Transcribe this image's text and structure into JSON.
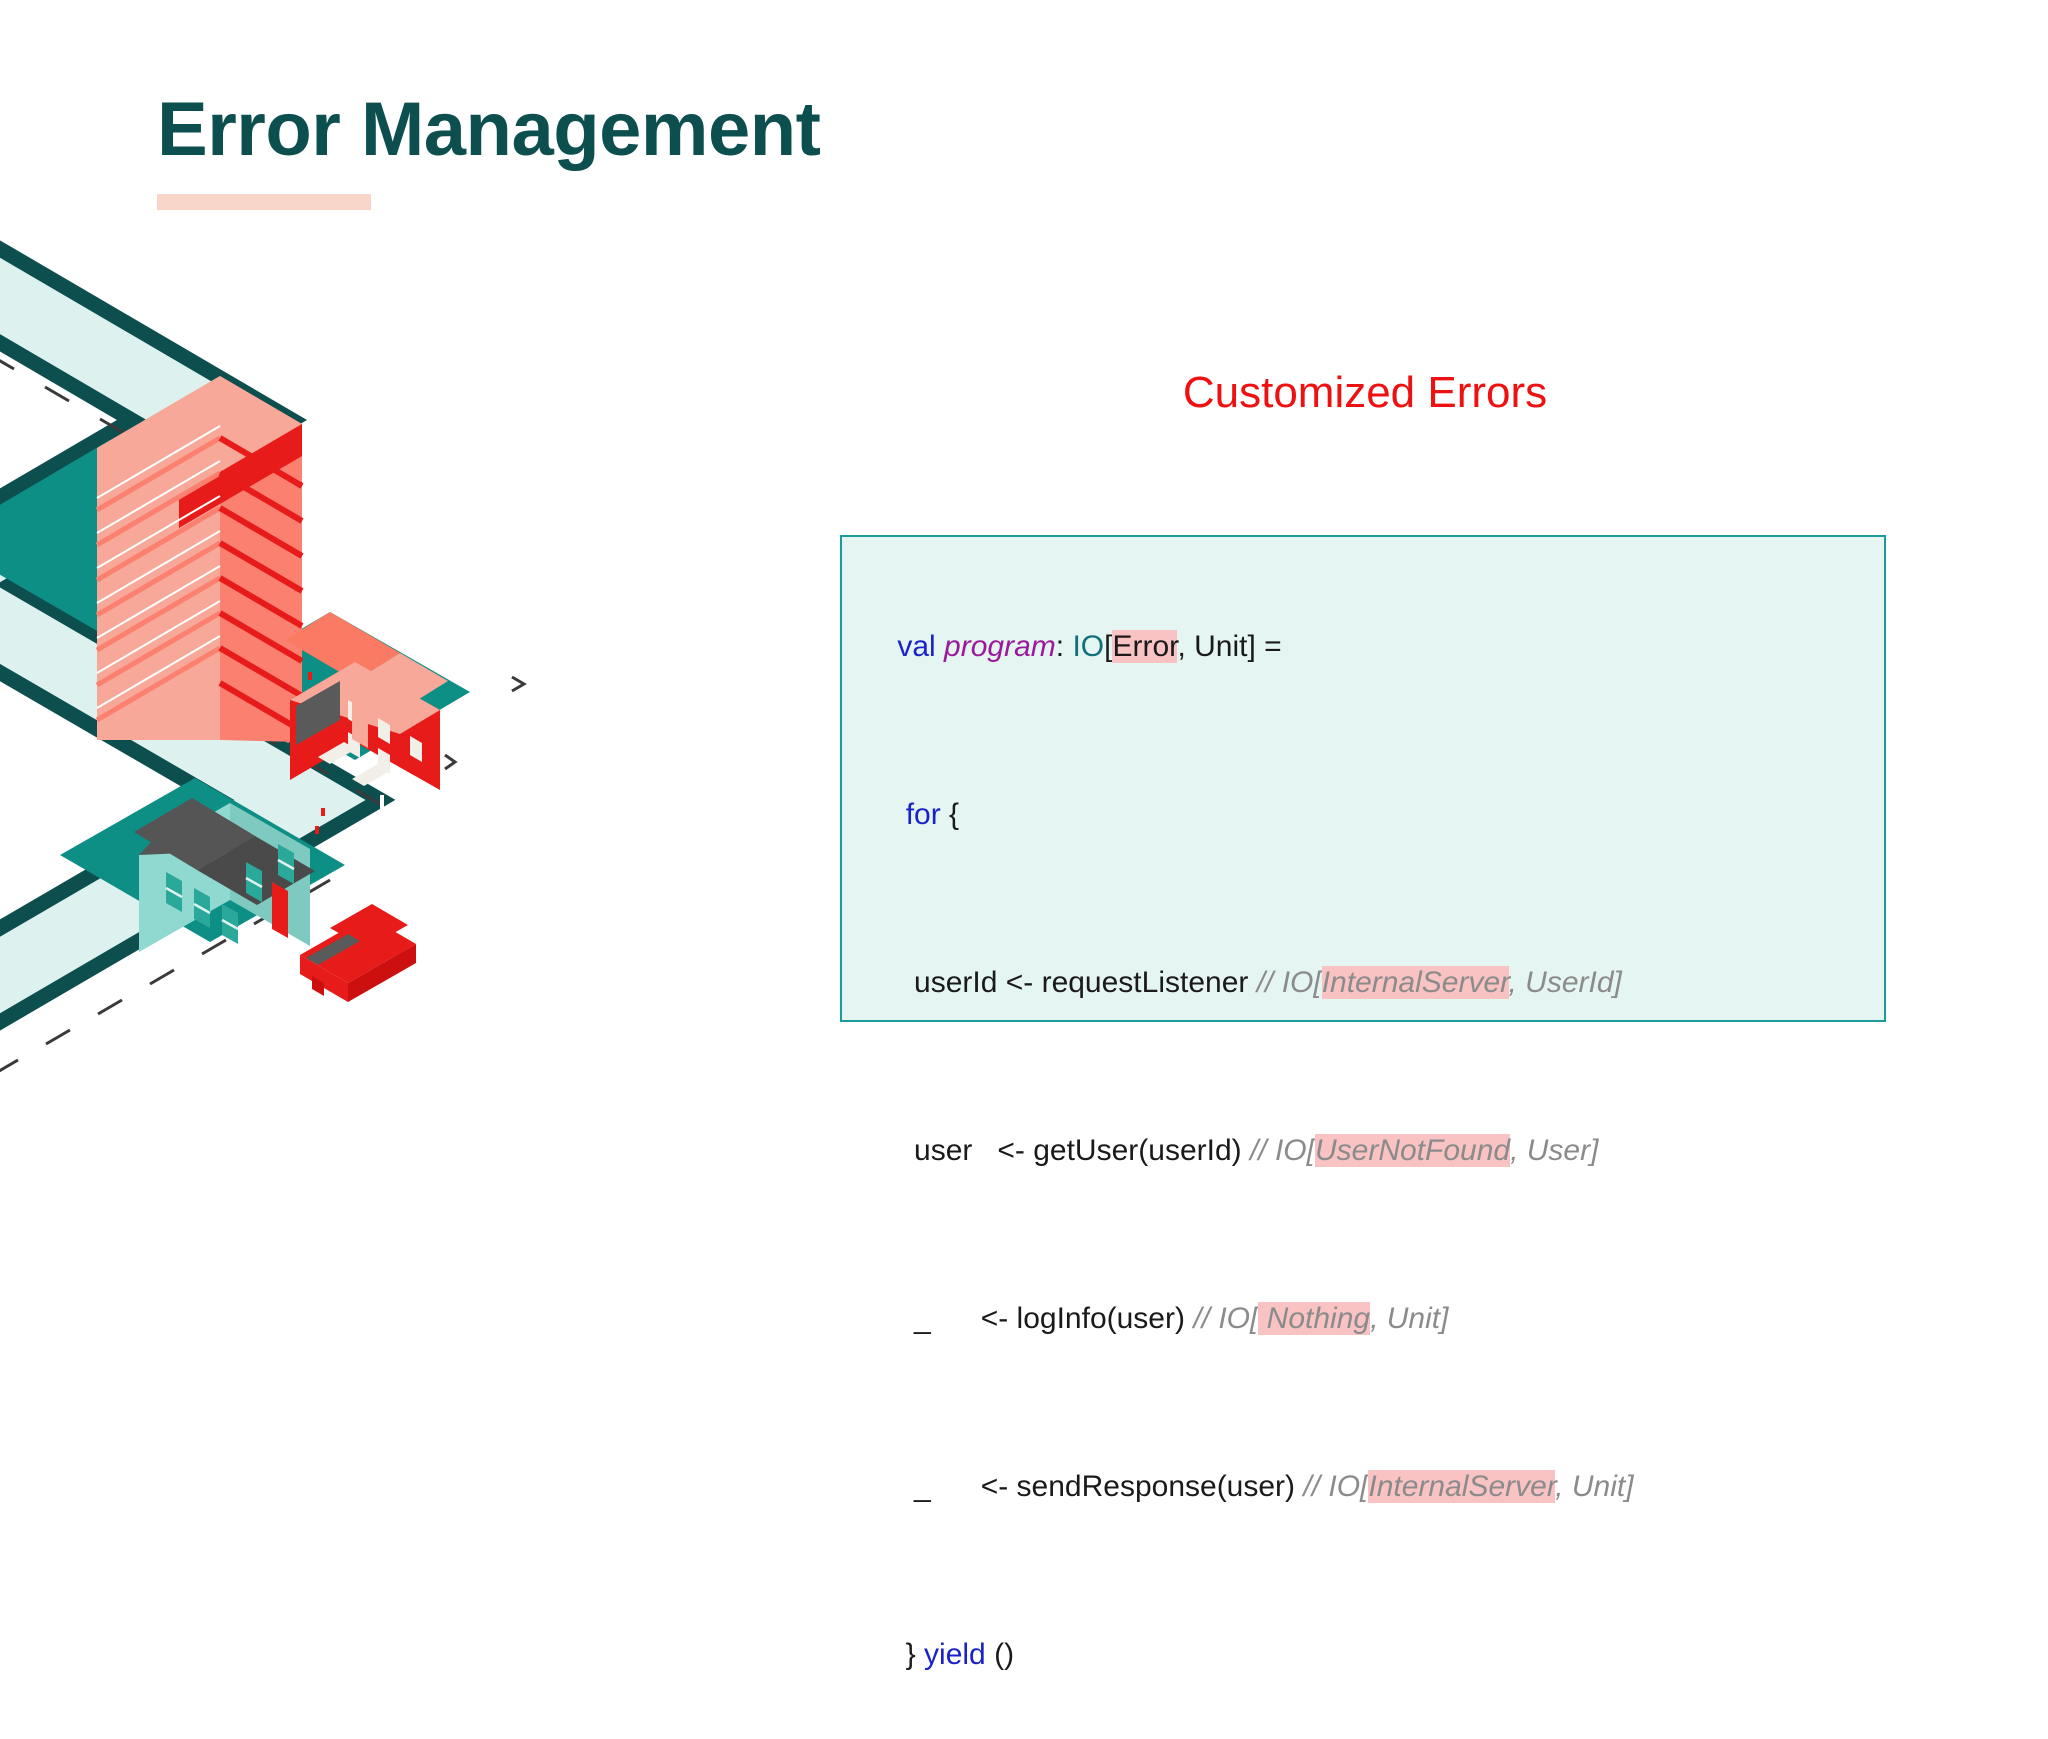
{
  "slide": {
    "title": "Error Management",
    "background_color": "#ffffff",
    "title_color": "#0d4f4f",
    "underline_color": "#f7d6c9"
  },
  "section": {
    "heading": "Customized Errors",
    "heading_color": "#ee1111"
  },
  "code": {
    "background_color": "#e4f5f2",
    "border_color": "#1b9b9b",
    "keyword_color": "#1a22c8",
    "declaration_color": "#9b1a9b",
    "type_color": "#11707a",
    "comment_color": "#8b8b8b",
    "highlight_color": "#f9c3c3",
    "lines": [
      {
        "id": "line-1",
        "text": "val program: IO[Error, Unit] =",
        "tokens": [
          {
            "t": "val",
            "cls": "kw"
          },
          {
            "t": " ",
            "cls": "punct"
          },
          {
            "t": "program",
            "cls": "decl"
          },
          {
            "t": ": ",
            "cls": "punct"
          },
          {
            "t": "IO",
            "cls": "type-io"
          },
          {
            "t": "[",
            "cls": "punct"
          },
          {
            "t": "Error",
            "cls": "hl"
          },
          {
            "t": ", Unit] =",
            "cls": "punct"
          }
        ]
      },
      {
        "id": "line-2",
        "text": " for {",
        "tokens": [
          {
            "t": " ",
            "cls": "punct"
          },
          {
            "t": "for",
            "cls": "kw"
          },
          {
            "t": " {",
            "cls": "punct"
          }
        ]
      },
      {
        "id": "line-3",
        "text": "  userId <- requestListener // IO[InternalServer, UserId]",
        "code": "  userId <- requestListener ",
        "comment_prefix": "// IO[",
        "comment_highlight": "InternalServer",
        "comment_suffix": ", UserId]"
      },
      {
        "id": "line-4",
        "text": "  user   <- getUser(userId) // IO[UserNotFound, User]",
        "code": "  user   <- getUser(userId) ",
        "comment_prefix": "// IO[",
        "comment_highlight": "UserNotFound",
        "comment_suffix": ", User]"
      },
      {
        "id": "line-5",
        "text": "  _      <- logInfo(user) // IO[ Nothing, Unit]",
        "code": "  _      <- logInfo(user) ",
        "comment_prefix": "// IO[",
        "comment_highlight": " Nothing",
        "comment_suffix": ", Unit]"
      },
      {
        "id": "line-6",
        "text": "  _      <- sendResponse(user) // IO[InternalServer, Unit]",
        "code": "  _      <- sendResponse(user) ",
        "comment_prefix": "// IO[",
        "comment_highlight": "InternalServer",
        "comment_suffix": ", Unit]"
      },
      {
        "id": "line-7",
        "text": " } yield ()",
        "tokens": [
          {
            "t": " } ",
            "cls": "punct"
          },
          {
            "t": "yield",
            "cls": "kw"
          },
          {
            "t": " ()",
            "cls": "punct"
          }
        ]
      }
    ]
  },
  "illustration": {
    "name": "isometric-city-zigzag-road",
    "road_surface_color": "#ddf2ee",
    "road_edge_color": "#0d4f4f",
    "lot_color": "#0d8f85",
    "tower_top_color": "#f7a898",
    "tower_front_color": "#fb8070",
    "tower_side_color": "#e81b1b",
    "red_house_wall_color": "#e81b1b",
    "red_house_roof_color": "#fb7a63",
    "mint_house_wall_color": "#8fd9d0",
    "mint_house_roof_color": "#555555",
    "car_color": "#e81b1b",
    "elements": [
      "apartment-tower",
      "red-house",
      "mint-house",
      "red-car",
      "zigzag-road",
      "lane-markings"
    ]
  }
}
